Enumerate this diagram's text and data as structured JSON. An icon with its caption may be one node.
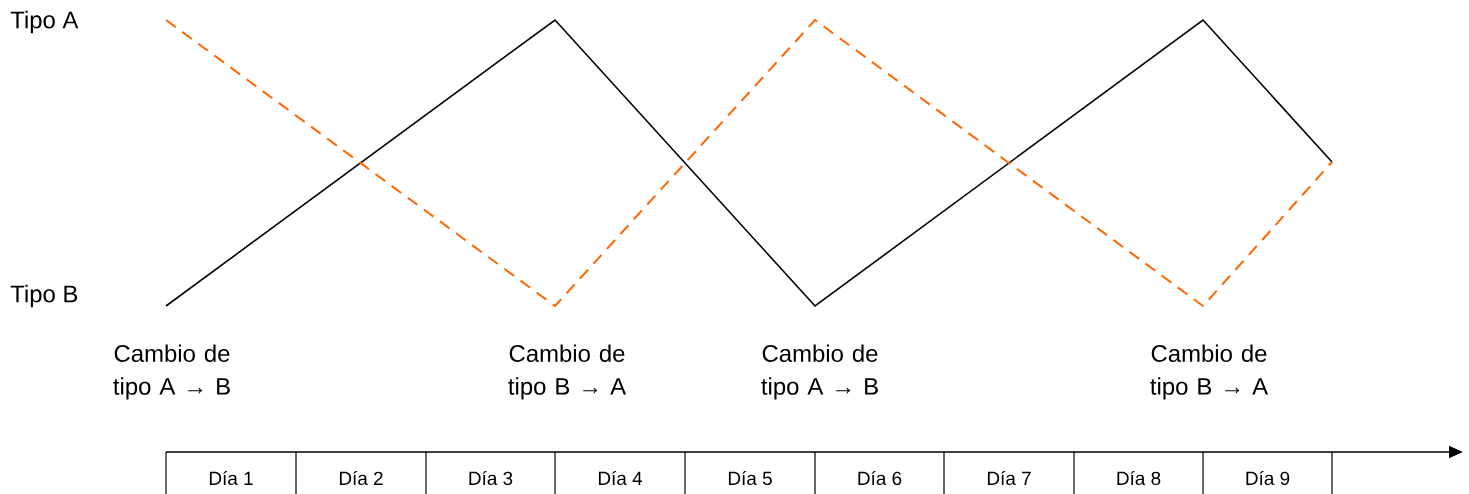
{
  "diagram": {
    "labels": [
      "Tipo A",
      "Tipo B",
      "Cambio de tipo A → B",
      "Cambio de tipo B → A",
      "Cambio de tipo A → B",
      "Cambio de tipo B → A",
      "Día 1",
      "Día 2",
      "Día 3",
      "Día 4",
      "Día 5",
      "Día 6",
      "Día 7",
      "Día 8",
      "Día 9"
    ]
  }
}
